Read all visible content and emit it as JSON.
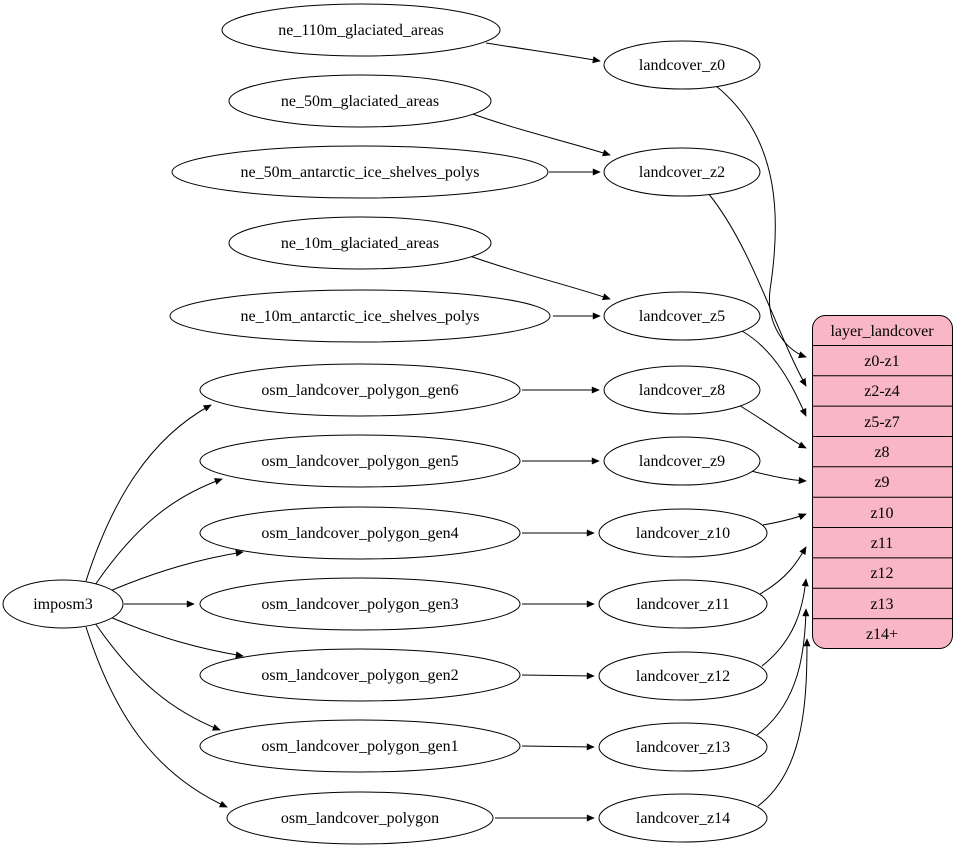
{
  "diagram": {
    "kind": "dependency-graph",
    "colors": {
      "background": "#ffffff",
      "node_fill": "#ffffff",
      "stroke": "#000000",
      "table_fill": "#F9B6C4",
      "text": "#000000"
    },
    "nodes": {
      "imposm3": {
        "label": "imposm3"
      },
      "ne_110m_glaciated_areas": {
        "label": "ne_110m_glaciated_areas"
      },
      "ne_50m_glaciated_areas": {
        "label": "ne_50m_glaciated_areas"
      },
      "ne_50m_antarctic_ice_shelves_polys": {
        "label": "ne_50m_antarctic_ice_shelves_polys"
      },
      "ne_10m_glaciated_areas": {
        "label": "ne_10m_glaciated_areas"
      },
      "ne_10m_antarctic_ice_shelves_polys": {
        "label": "ne_10m_antarctic_ice_shelves_polys"
      },
      "osm_landcover_polygon_gen6": {
        "label": "osm_landcover_polygon_gen6"
      },
      "osm_landcover_polygon_gen5": {
        "label": "osm_landcover_polygon_gen5"
      },
      "osm_landcover_polygon_gen4": {
        "label": "osm_landcover_polygon_gen4"
      },
      "osm_landcover_polygon_gen3": {
        "label": "osm_landcover_polygon_gen3"
      },
      "osm_landcover_polygon_gen2": {
        "label": "osm_landcover_polygon_gen2"
      },
      "osm_landcover_polygon_gen1": {
        "label": "osm_landcover_polygon_gen1"
      },
      "osm_landcover_polygon": {
        "label": "osm_landcover_polygon"
      },
      "landcover_z0": {
        "label": "landcover_z0"
      },
      "landcover_z2": {
        "label": "landcover_z2"
      },
      "landcover_z5": {
        "label": "landcover_z5"
      },
      "landcover_z8": {
        "label": "landcover_z8"
      },
      "landcover_z9": {
        "label": "landcover_z9"
      },
      "landcover_z10": {
        "label": "landcover_z10"
      },
      "landcover_z11": {
        "label": "landcover_z11"
      },
      "landcover_z12": {
        "label": "landcover_z12"
      },
      "landcover_z13": {
        "label": "landcover_z13"
      },
      "landcover_z14": {
        "label": "landcover_z14"
      }
    },
    "table": {
      "title": "layer_landcover",
      "rows": [
        "z0-z1",
        "z2-z4",
        "z5-z7",
        "z8",
        "z9",
        "z10",
        "z11",
        "z12",
        "z13",
        "z14+"
      ]
    },
    "edges": [
      {
        "from": "ne_110m_glaciated_areas",
        "to": "landcover_z0"
      },
      {
        "from": "ne_50m_glaciated_areas",
        "to": "landcover_z2"
      },
      {
        "from": "ne_50m_antarctic_ice_shelves_polys",
        "to": "landcover_z2"
      },
      {
        "from": "ne_10m_glaciated_areas",
        "to": "landcover_z5"
      },
      {
        "from": "ne_10m_antarctic_ice_shelves_polys",
        "to": "landcover_z5"
      },
      {
        "from": "imposm3",
        "to": "osm_landcover_polygon_gen6"
      },
      {
        "from": "imposm3",
        "to": "osm_landcover_polygon_gen5"
      },
      {
        "from": "imposm3",
        "to": "osm_landcover_polygon_gen4"
      },
      {
        "from": "imposm3",
        "to": "osm_landcover_polygon_gen3"
      },
      {
        "from": "imposm3",
        "to": "osm_landcover_polygon_gen2"
      },
      {
        "from": "imposm3",
        "to": "osm_landcover_polygon_gen1"
      },
      {
        "from": "imposm3",
        "to": "osm_landcover_polygon"
      },
      {
        "from": "osm_landcover_polygon_gen6",
        "to": "landcover_z8"
      },
      {
        "from": "osm_landcover_polygon_gen5",
        "to": "landcover_z9"
      },
      {
        "from": "osm_landcover_polygon_gen4",
        "to": "landcover_z10"
      },
      {
        "from": "osm_landcover_polygon_gen3",
        "to": "landcover_z11"
      },
      {
        "from": "osm_landcover_polygon_gen2",
        "to": "landcover_z12"
      },
      {
        "from": "osm_landcover_polygon_gen1",
        "to": "landcover_z13"
      },
      {
        "from": "osm_landcover_polygon",
        "to": "landcover_z14"
      },
      {
        "from": "landcover_z0",
        "to": "layer_landcover.z0-z1"
      },
      {
        "from": "landcover_z2",
        "to": "layer_landcover.z2-z4"
      },
      {
        "from": "landcover_z5",
        "to": "layer_landcover.z5-z7"
      },
      {
        "from": "landcover_z8",
        "to": "layer_landcover.z8"
      },
      {
        "from": "landcover_z9",
        "to": "layer_landcover.z9"
      },
      {
        "from": "landcover_z10",
        "to": "layer_landcover.z10"
      },
      {
        "from": "landcover_z11",
        "to": "layer_landcover.z11"
      },
      {
        "from": "landcover_z12",
        "to": "layer_landcover.z12"
      },
      {
        "from": "landcover_z13",
        "to": "layer_landcover.z13"
      },
      {
        "from": "landcover_z14",
        "to": "layer_landcover.z14+"
      }
    ]
  }
}
